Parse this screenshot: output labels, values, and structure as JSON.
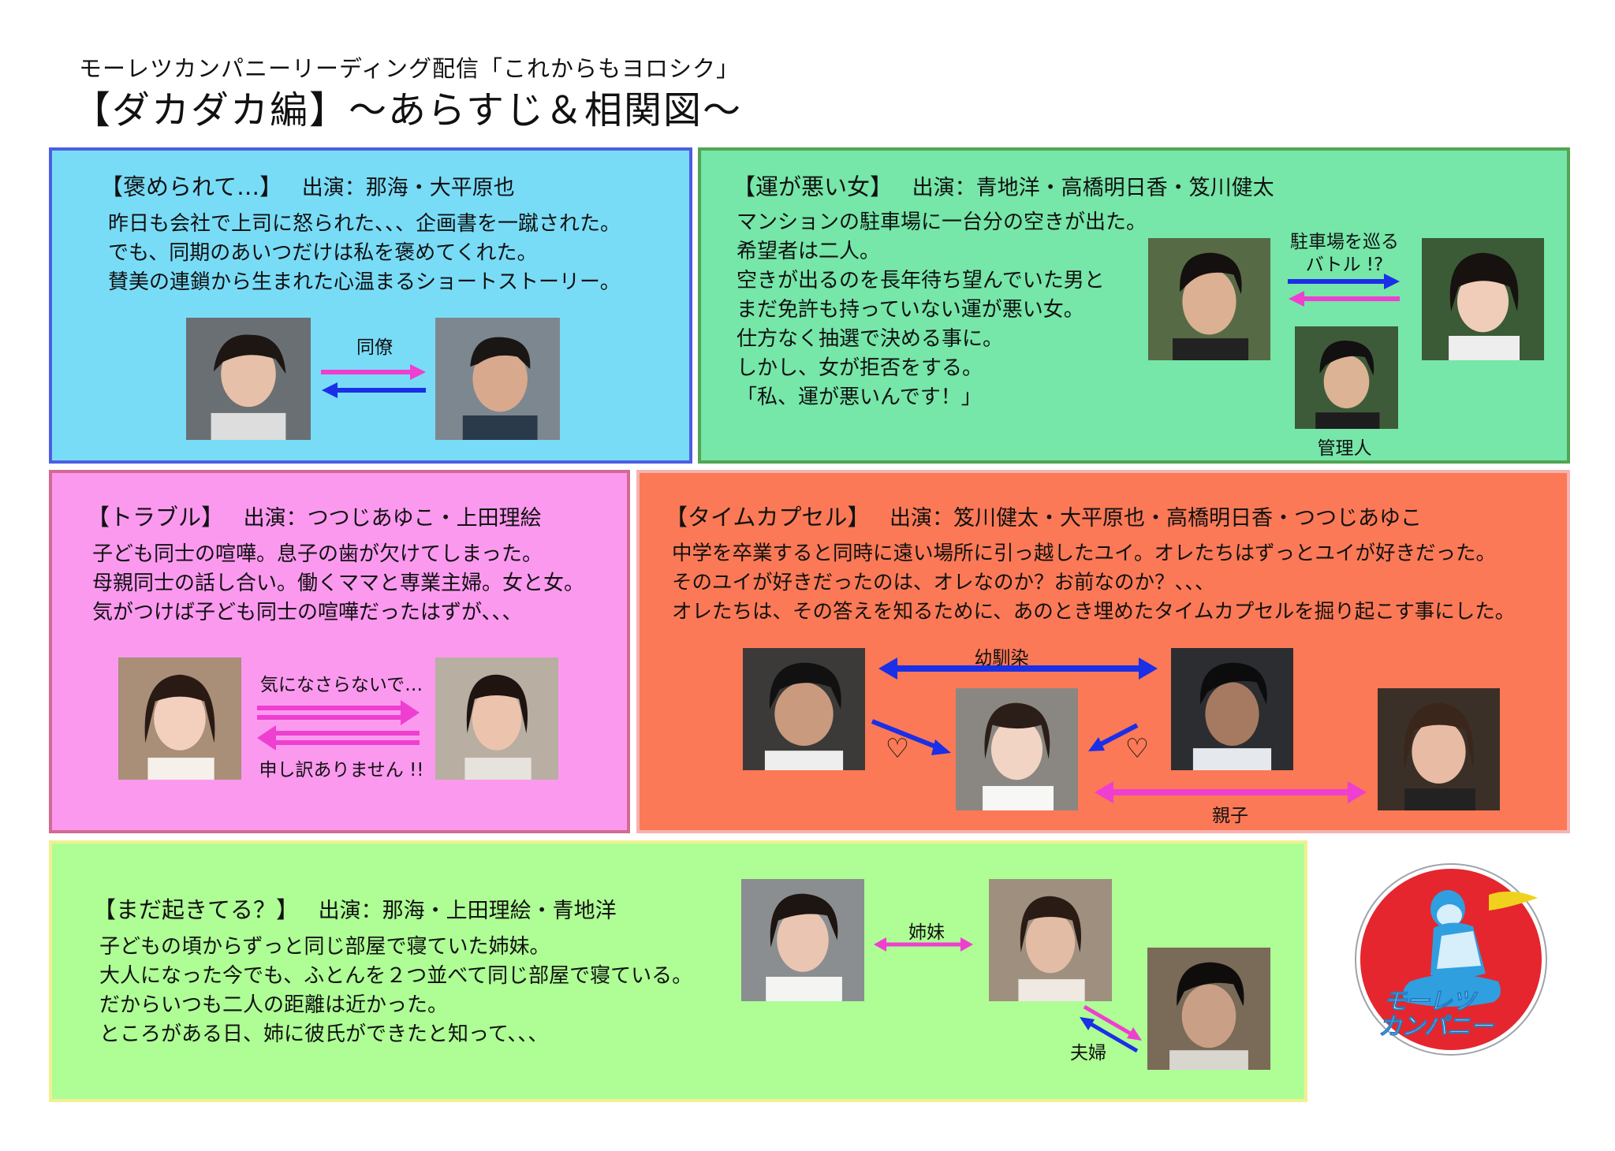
{
  "header": {
    "subtitle": "モーレツカンパニーリーディング配信「これからもヨロシク」",
    "title": "【ダカダカ編】〜あらすじ＆相関図〜"
  },
  "stories": {
    "s1": {
      "title": "【褒められて…】",
      "cast": "出演：那海・大平原也",
      "lines": [
        "昨日も会社で上司に怒られた、、、企画書を一蹴された。",
        "でも、同期のあいつだけは私を褒めてくれた。",
        "賛美の連鎖から生まれた心温まるショートストーリー。"
      ],
      "relation": "同僚"
    },
    "s2": {
      "title": "【運が悪い女】",
      "cast": "出演：青地洋・高橋明日香・笈川健太",
      "lines": [
        "マンションの駐車場に一台分の空きが出た。",
        "希望者は二人。",
        "空きが出るのを長年待ち望んでいた男と",
        "まだ免許も持っていない運が悪い女。",
        "仕方なく抽選で決める事に。",
        "しかし、女が拒否をする。",
        "「私、運が悪いんです！」"
      ],
      "relation_line1": "駐車場を巡る",
      "relation_line2": "バトル !?",
      "manager": "管理人"
    },
    "s3": {
      "title": "【トラブル】",
      "cast": "出演：つつじあゆこ・上田理絵",
      "lines": [
        "子ども同士の喧嘩。息子の歯が欠けてしまった。",
        "母親同士の話し合い。働くママと専業主婦。女と女。",
        "気がつけば子ども同士の喧嘩だったはずが、、、"
      ],
      "line_a": "気になさらないで…",
      "line_b": "申し訳ありません !!"
    },
    "s4": {
      "title": "【タイムカプセル】",
      "cast": "出演：笈川健太・大平原也・高橋明日香・つつじあゆこ",
      "lines": [
        "中学を卒業すると同時に遠い場所に引っ越したユイ。オレたちはずっとユイが好きだった。",
        "そのユイが好きだったのは、オレなのか？お前なのか？、、、",
        "オレたちは、その答えを知るために、あのとき埋めたタイムカプセルを掘り起こす事にした。"
      ],
      "relation_friends": "幼馴染",
      "relation_parent": "親子",
      "heart": "♡"
    },
    "s5": {
      "title": "【まだ起きてる？】",
      "cast": "出演：那海・上田理絵・青地洋",
      "lines": [
        "子どもの頃からずっと同じ部屋で寝ていた姉妹。",
        "大人になった今でも、ふとんを２つ並べて同じ部屋で寝ている。",
        "だからいつも二人の距離は近かった。",
        "ところがある日、姉に彼氏ができたと知って、、、"
      ],
      "relation_sisters": "姉妹",
      "relation_couple": "夫婦"
    }
  },
  "logo": {
    "line1": "モーレツ",
    "line2": "カンパニー"
  },
  "colors": {
    "pink_arrow": "#ee3fd0",
    "blue_arrow": "#1a2fe6"
  }
}
